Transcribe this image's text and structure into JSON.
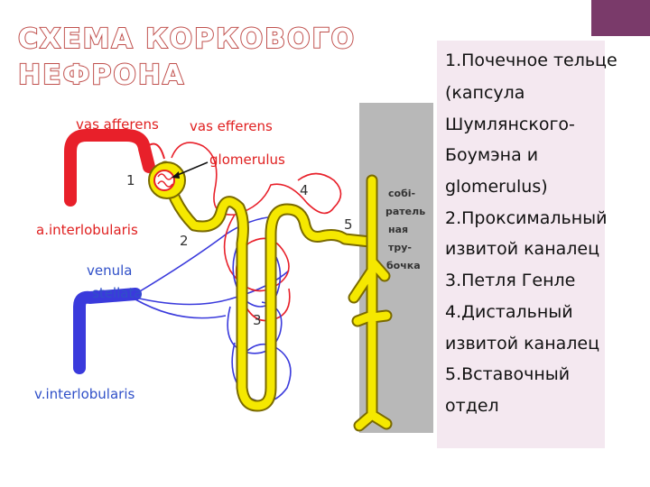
{
  "title": {
    "line1": "СХЕМА КОРКОВОГО",
    "line2": "НЕФРОНА"
  },
  "labels": {
    "vas_afferens": "vas afferens",
    "vas_efferens": "vas efferens",
    "glomerulus": "glomerulus",
    "a_interlobularis": "a.interlobularis",
    "venula": "venula",
    "stellata": "stellata",
    "v_interlobularis": "v.interlobularis",
    "collecting_duct": [
      "собі-",
      "ратель",
      "ная",
      "тру-",
      "бочка"
    ],
    "numbers": [
      "1",
      "2",
      "3",
      "4",
      "5"
    ]
  },
  "legend": [
    "1.Почечное тельце",
    "(капсула",
    "Шумлянского-",
    "Боумэна  и",
    "glomerulus)",
    "2.Проксимальный",
    "извитой каналец",
    "3.Петля Генле",
    "4.Дистальный",
    "извитой каналец",
    "5.Вставочный",
    "отдел"
  ],
  "colors": {
    "artery": "#e8202a",
    "vein": "#3a3adc",
    "tubule": "#f5e800",
    "tubule_outline": "#7a6a00",
    "label_red": "#e02020",
    "label_blue": "#3050c8",
    "legend_bg": "#f4e8f0",
    "accent": "#7a3a6a",
    "duct_bg": "#b8b8b8"
  }
}
